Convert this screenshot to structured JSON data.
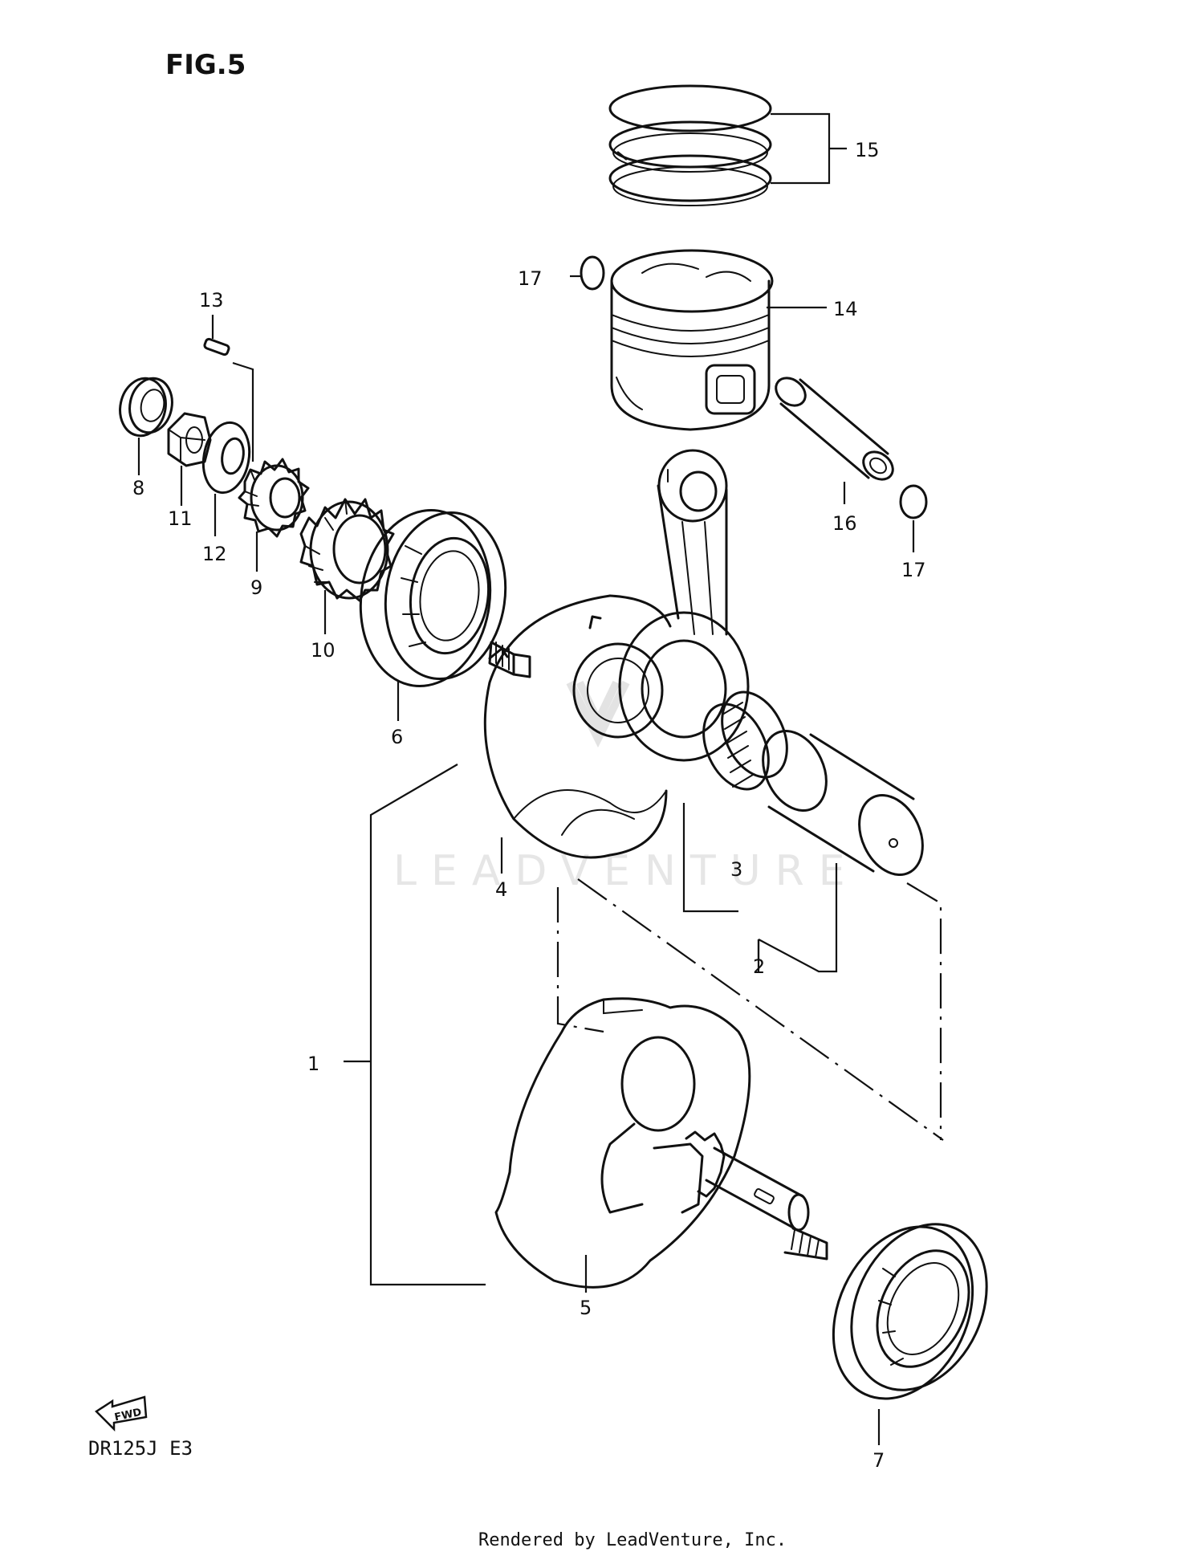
{
  "figure": {
    "title": "FIG.5",
    "model_code": "DR125J  E3",
    "footer": "Rendered by LeadVenture, Inc.",
    "watermark": "LEADVENTURE",
    "direction_label": "FWD"
  },
  "callouts": {
    "c1": "1",
    "c2": "2",
    "c3": "3",
    "c4": "4",
    "c5": "5",
    "c6": "6",
    "c7": "7",
    "c8": "8",
    "c9": "9",
    "c10": "10",
    "c11": "11",
    "c12": "12",
    "c13": "13",
    "c14": "14",
    "c15": "15",
    "c16": "16",
    "c17a": "17",
    "c17b": "17"
  }
}
